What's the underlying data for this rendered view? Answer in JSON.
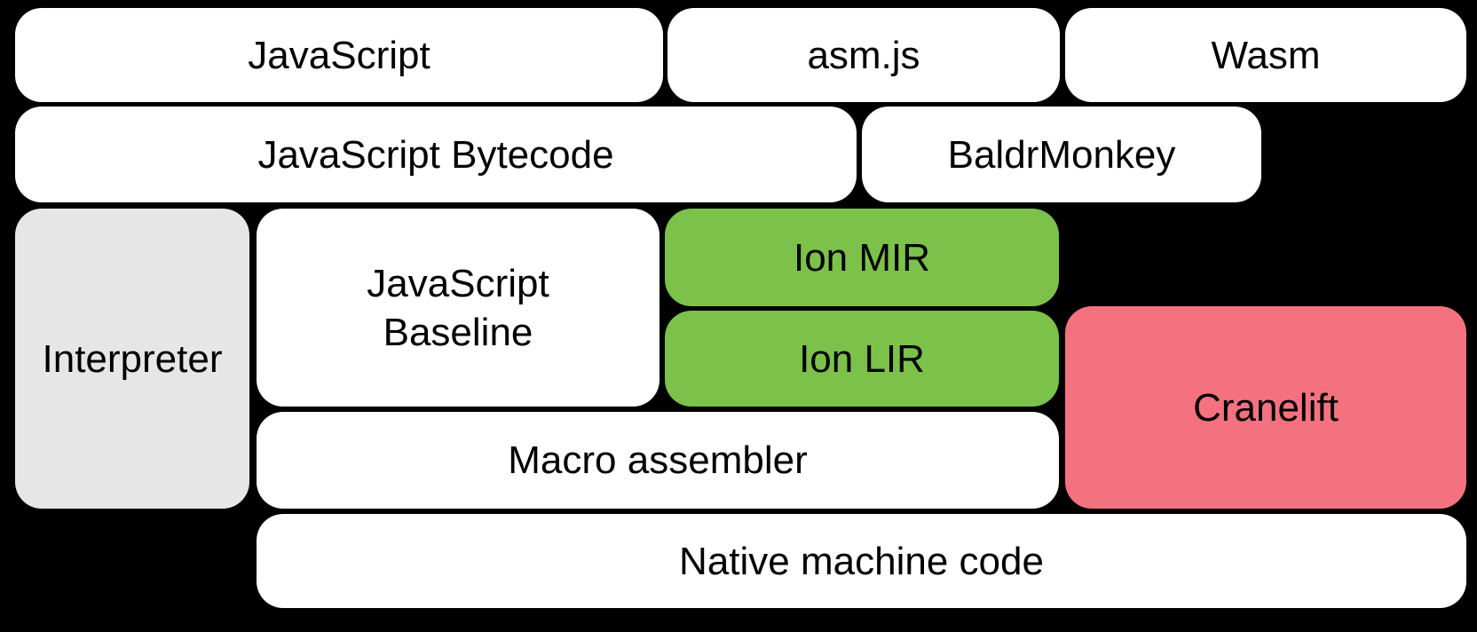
{
  "colors": {
    "background": "#000000",
    "box_default": "#ffffff",
    "interpreter_gray": "#e6e6e6",
    "ion_green": "#7cc24a",
    "cranelift_pink": "#f4727f",
    "text": "#000000"
  },
  "boxes": {
    "javascript": {
      "label": "JavaScript",
      "color": "#ffffff"
    },
    "asmjs": {
      "label": "asm.js",
      "color": "#ffffff"
    },
    "wasm": {
      "label": "Wasm",
      "color": "#ffffff"
    },
    "javascript_bytecode": {
      "label": "JavaScript Bytecode",
      "color": "#ffffff"
    },
    "baldrmonkey": {
      "label": "BaldrMonkey",
      "color": "#ffffff"
    },
    "interpreter": {
      "label": "Interpreter",
      "color": "#e6e6e6"
    },
    "javascript_baseline": {
      "label": "JavaScript Baseline",
      "color": "#ffffff"
    },
    "ion_mir": {
      "label": "Ion MIR",
      "color": "#7cc24a"
    },
    "ion_lir": {
      "label": "Ion LIR",
      "color": "#7cc24a"
    },
    "cranelift": {
      "label": "Cranelift",
      "color": "#f4727f"
    },
    "macro_assembler": {
      "label": "Macro assembler",
      "color": "#ffffff"
    },
    "native_machine_code": {
      "label": "Native machine code",
      "color": "#ffffff"
    }
  }
}
